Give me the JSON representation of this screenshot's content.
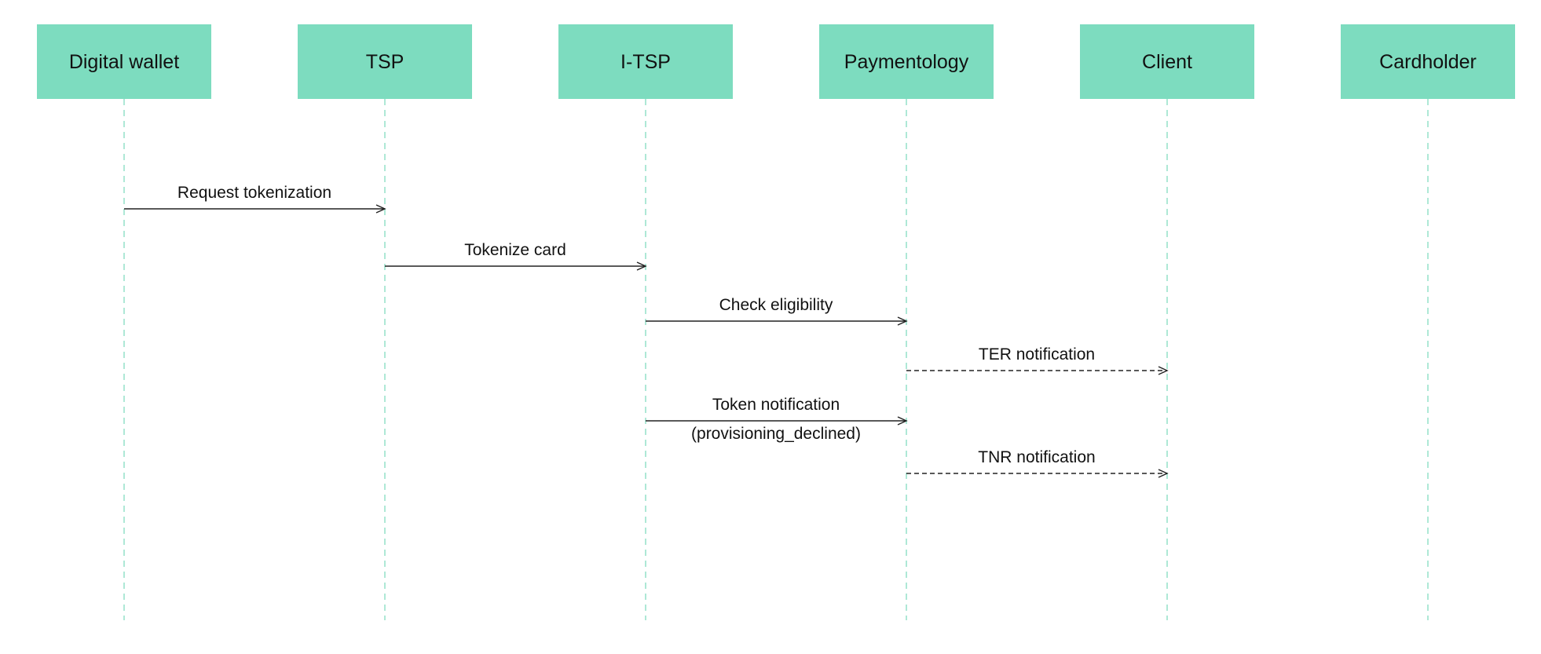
{
  "participants": [
    {
      "id": "digital-wallet",
      "label": "Digital wallet"
    },
    {
      "id": "tsp",
      "label": "TSP"
    },
    {
      "id": "i-tsp",
      "label": "I-TSP"
    },
    {
      "id": "paymentology",
      "label": "Paymentology"
    },
    {
      "id": "client",
      "label": "Client"
    },
    {
      "id": "cardholder",
      "label": "Cardholder"
    }
  ],
  "messages": [
    {
      "id": "request-tokenization",
      "from": "digital-wallet",
      "to": "tsp",
      "style": "solid",
      "label": [
        "Request tokenization"
      ]
    },
    {
      "id": "tokenize-card",
      "from": "tsp",
      "to": "i-tsp",
      "style": "solid",
      "label": [
        "Tokenize card"
      ]
    },
    {
      "id": "check-eligibility",
      "from": "i-tsp",
      "to": "paymentology",
      "style": "solid",
      "label": [
        "Check eligibility"
      ]
    },
    {
      "id": "ter-notification",
      "from": "paymentology",
      "to": "client",
      "style": "dashed",
      "label": [
        "TER notification"
      ]
    },
    {
      "id": "token-notification",
      "from": "i-tsp",
      "to": "paymentology",
      "style": "solid",
      "label": [
        "Token notification",
        "(provisioning_declined)"
      ]
    },
    {
      "id": "tnr-notification",
      "from": "paymentology",
      "to": "client",
      "style": "dashed",
      "label": [
        "TNR notification"
      ]
    }
  ],
  "colors": {
    "participant_fill": "#7ddcbf",
    "lifeline": "#93e0c8",
    "message_line": "#222222",
    "text": "#111111"
  }
}
